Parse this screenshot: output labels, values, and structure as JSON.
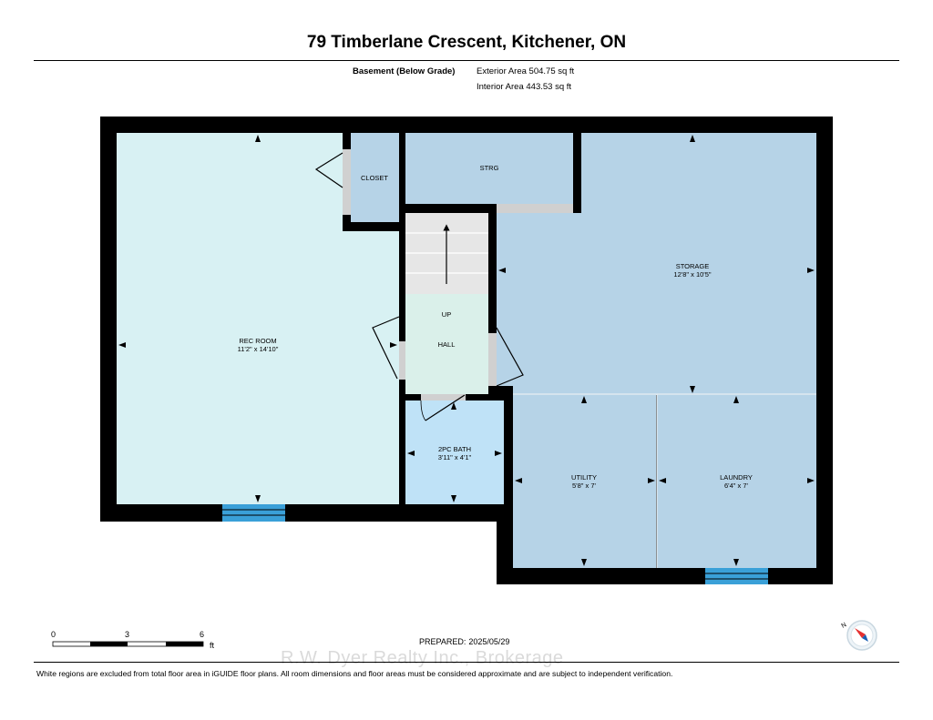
{
  "header": {
    "title": "79 Timberlane Crescent, Kitchener, ON",
    "level": "Basement (Below Grade)",
    "exterior_area": "Exterior Area 504.75 sq ft",
    "interior_area": "Interior Area 443.53 sq ft"
  },
  "rooms": {
    "rec_room": {
      "name": "REC ROOM",
      "dims": "11'2\" x 14'10\""
    },
    "closet": {
      "name": "CLOSET"
    },
    "strg": {
      "name": "STRG"
    },
    "storage": {
      "name": "STORAGE",
      "dims": "12'8\" x 10'5\""
    },
    "up": {
      "name": "UP"
    },
    "hall": {
      "name": "HALL"
    },
    "bath": {
      "name": "2PC BATH",
      "dims": "3'11\" x 4'1\""
    },
    "utility": {
      "name": "UTILITY",
      "dims": "5'8\" x 7'"
    },
    "laundry": {
      "name": "LAUNDRY",
      "dims": "6'4\" x 7'"
    }
  },
  "colors": {
    "wall": "#000000",
    "rec_room_fill": "#d8f1f3",
    "storage_fill": "#b6d3e7",
    "bath_fill": "#bfe2f7",
    "hall_fill": "#daf0ea",
    "stair_fill": "#e6e6e6",
    "window": "#3aa0d8",
    "door_gap": "#d0d0d0"
  },
  "scale": {
    "ticks": [
      "0",
      "3",
      "6"
    ],
    "unit": "ft"
  },
  "compass_icon": "north-arrow-compass",
  "compass_label": "N",
  "prepared": {
    "label": "PREPARED:",
    "date": "2025/05/29"
  },
  "watermark": "R.W. Dyer Realty Inc., Brokerage",
  "footer_note": "White regions are excluded from total floor area in iGUIDE floor plans. All room dimensions and floor areas must be considered approximate and are subject to independent verification."
}
